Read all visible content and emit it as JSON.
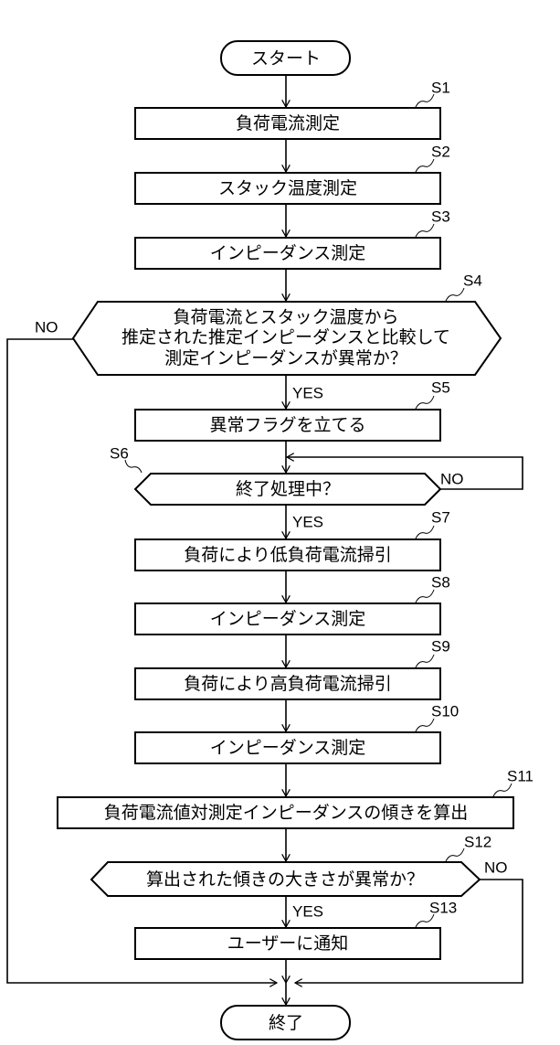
{
  "start": "スタート",
  "end": "終了",
  "steps": {
    "s1": {
      "id": "S1",
      "text": "負荷電流測定"
    },
    "s2": {
      "id": "S2",
      "text": "スタック温度測定"
    },
    "s3": {
      "id": "S3",
      "text": "インピーダンス測定"
    },
    "s4": {
      "id": "S4",
      "lines": [
        "負荷電流とスタック温度から",
        "推定された推定インピーダンスと比較して",
        "測定インピーダンスが異常か？"
      ]
    },
    "s5": {
      "id": "S5",
      "text": "異常フラグを立てる"
    },
    "s6": {
      "id": "S6",
      "text": "終了処理中？"
    },
    "s7": {
      "id": "S7",
      "text": "負荷により低負荷電流掃引"
    },
    "s8": {
      "id": "S8",
      "text": "インピーダンス測定"
    },
    "s9": {
      "id": "S9",
      "text": "負荷により高負荷電流掃引"
    },
    "s10": {
      "id": "S10",
      "text": "インピーダンス測定"
    },
    "s11": {
      "id": "S11",
      "text": "負荷電流値対測定インピーダンスの傾きを算出"
    },
    "s12": {
      "id": "S12",
      "text": "算出された傾きの大きさが異常か？"
    },
    "s13": {
      "id": "S13",
      "text": "ユーザーに通知"
    }
  },
  "labels": {
    "yes": "YES",
    "no": "NO"
  }
}
